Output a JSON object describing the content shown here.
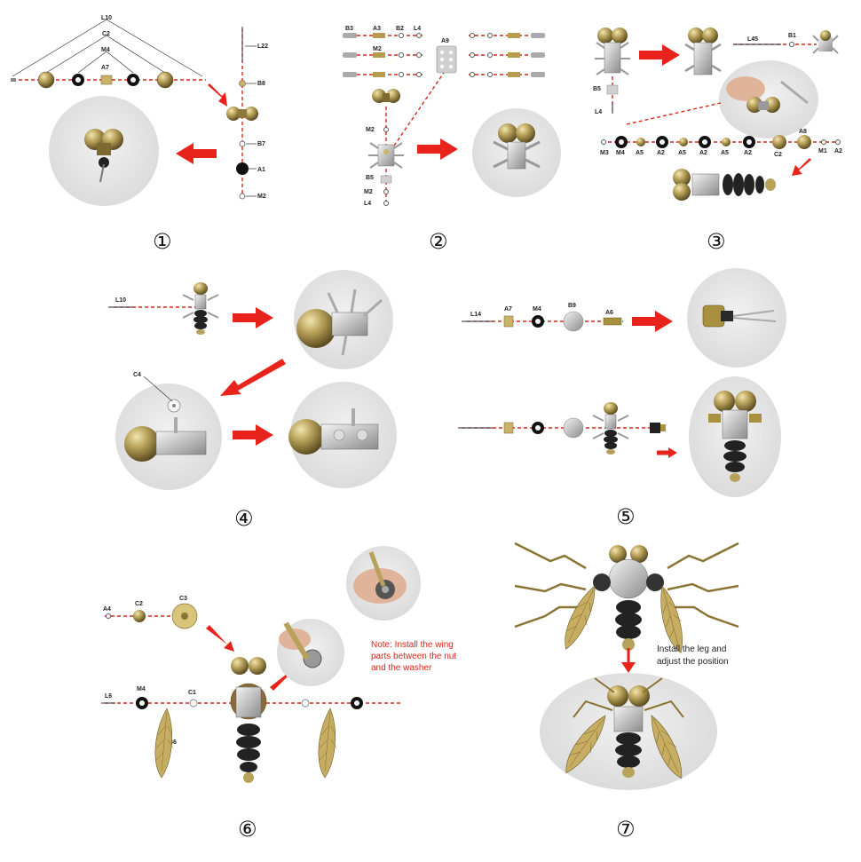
{
  "steps": [
    {
      "number": "①",
      "labels": [
        "L10",
        "C2",
        "M4",
        "A7",
        "L22",
        "B8",
        "B7",
        "A1",
        "M2"
      ]
    },
    {
      "number": "②",
      "labels": [
        "B3",
        "A3",
        "B2",
        "L4",
        "M2",
        "A9",
        "M2",
        "B5",
        "M2",
        "L4"
      ]
    },
    {
      "number": "③",
      "labels": [
        "L45",
        "B1",
        "B5",
        "L4",
        "M3",
        "M4",
        "A5",
        "A2",
        "A5",
        "A2",
        "A5",
        "A2",
        "C2",
        "A8",
        "M1",
        "A2"
      ]
    },
    {
      "number": "④",
      "labels": [
        "L10",
        "C4"
      ]
    },
    {
      "number": "⑤",
      "labels": [
        "L14",
        "A7",
        "M4",
        "B9",
        "A6"
      ]
    },
    {
      "number": "⑥",
      "labels": [
        "A4",
        "C2",
        "C3",
        "L6",
        "M4",
        "C1",
        "B6"
      ],
      "note": [
        "Note: Install the wing",
        "parts between the nut",
        "and the washer"
      ]
    },
    {
      "number": "⑦",
      "caption": [
        "Install the leg and",
        "adjust the position"
      ]
    }
  ],
  "colors": {
    "arrow": "#e8231b",
    "dash": "#d4281c",
    "brass": "#b8a15a",
    "photo_bg": "#e6e6e6"
  }
}
